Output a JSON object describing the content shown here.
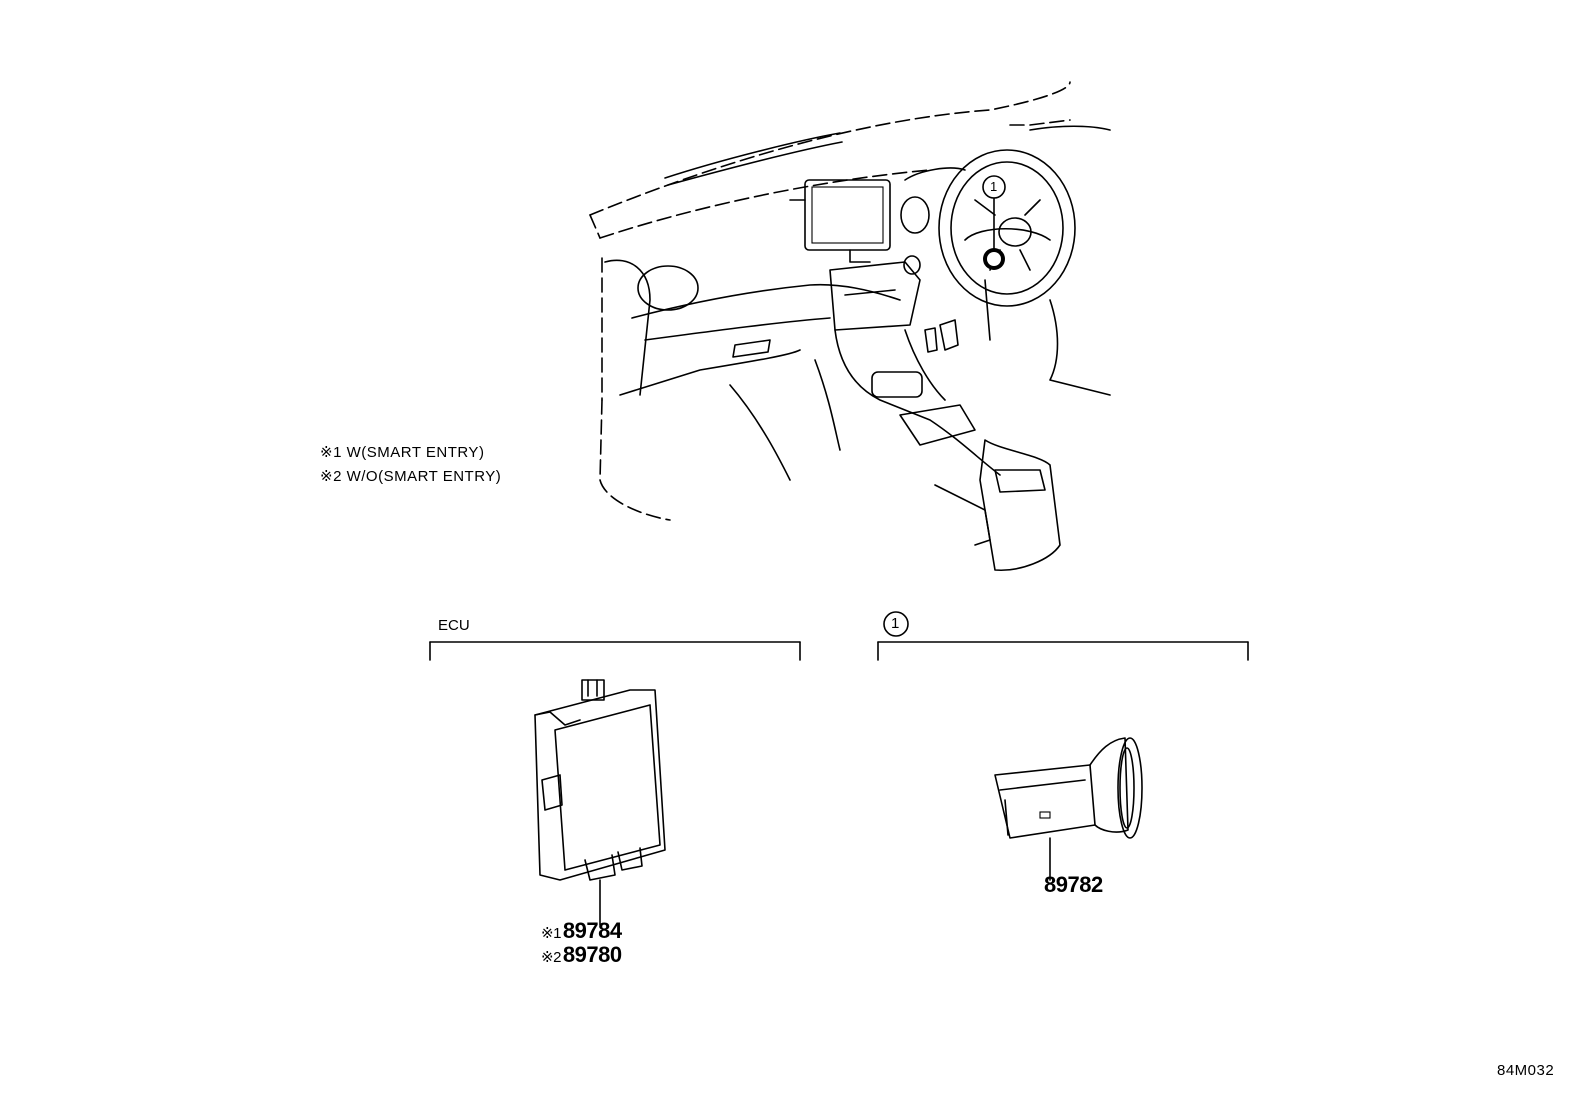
{
  "notes": [
    {
      "mark": "※1",
      "text": "W(SMART ENTRY)"
    },
    {
      "mark": "※2",
      "text": "W/O(SMART ENTRY)"
    }
  ],
  "groups": {
    "ecu": {
      "label": "ECU",
      "parts": [
        {
          "mark": "※1",
          "number": "89784"
        },
        {
          "mark": "※2",
          "number": "89780"
        }
      ]
    },
    "circle": {
      "label": "1",
      "parts": [
        {
          "number": "89782"
        }
      ]
    }
  },
  "callout": "1",
  "diagram_code": "84M032"
}
